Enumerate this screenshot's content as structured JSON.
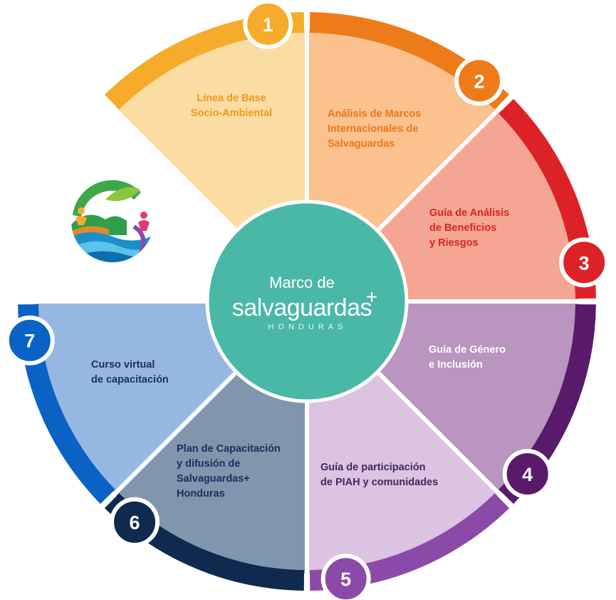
{
  "center": {
    "line1": "Marco de",
    "line2": "salvaguardas",
    "plus": "+",
    "line3": "HONDURAS"
  },
  "segments": [
    {
      "number": "1",
      "label_lines": [
        "Línea de Base",
        "Socio-Ambiental"
      ],
      "fill": "#fbdca3",
      "ring": "#f6ac2a",
      "text": "#f09a1a"
    },
    {
      "number": "2",
      "label_lines": [
        "Análisis de Marcos",
        "Internacionales de",
        "Salvaguardas"
      ],
      "fill": "#fbc18f",
      "ring": "#ee7b1a",
      "text": "#e9781d"
    },
    {
      "number": "3",
      "label_lines": [
        "Guía de Análisis",
        "de Beneficios",
        "y Riesgos"
      ],
      "fill": "#f4a593",
      "ring": "#dc2226",
      "text": "#d6252a"
    },
    {
      "number": "4",
      "label_lines": [
        "Guía de Género",
        "e Inclusión"
      ],
      "fill": "#b995c0",
      "ring": "#5a1a6b",
      "text": "#ffffff"
    },
    {
      "number": "5",
      "label_lines": [
        "Guía de participación",
        "de PIAH y comunidades"
      ],
      "fill": "#dbc3e1",
      "ring": "#8c4aa8",
      "text": "#3f2a5c"
    },
    {
      "number": "6",
      "label_lines": [
        "Plan de Capacitación",
        "y difusión de",
        "Salvaguardas+",
        "Honduras"
      ],
      "fill": "#8096ad",
      "ring": "#0f2a4e",
      "text": "#1c2f5b"
    },
    {
      "number": "7",
      "label_lines": [
        "Curso virtual",
        "de capacitación"
      ],
      "fill": "#97b7e3",
      "ring": "#0b62c5",
      "text": "#1c2f5b"
    }
  ],
  "colors": {
    "center": "#4ab8a6",
    "separator": "#ffffff"
  },
  "logo": {
    "icon": "salvaguardas-honduras-logo-icon"
  }
}
